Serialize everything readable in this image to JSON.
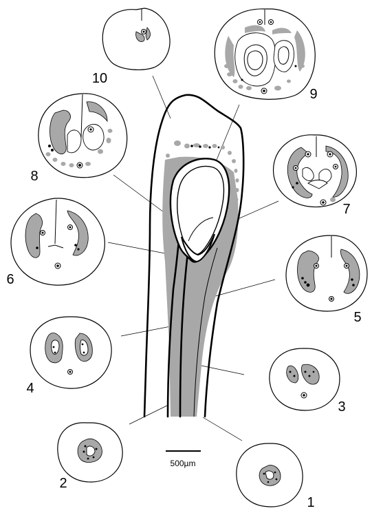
{
  "figure": {
    "scale_bar_label": "500µm",
    "section_labels": [
      "1",
      "2",
      "3",
      "4",
      "5",
      "6",
      "7",
      "8",
      "9",
      "10"
    ]
  }
}
